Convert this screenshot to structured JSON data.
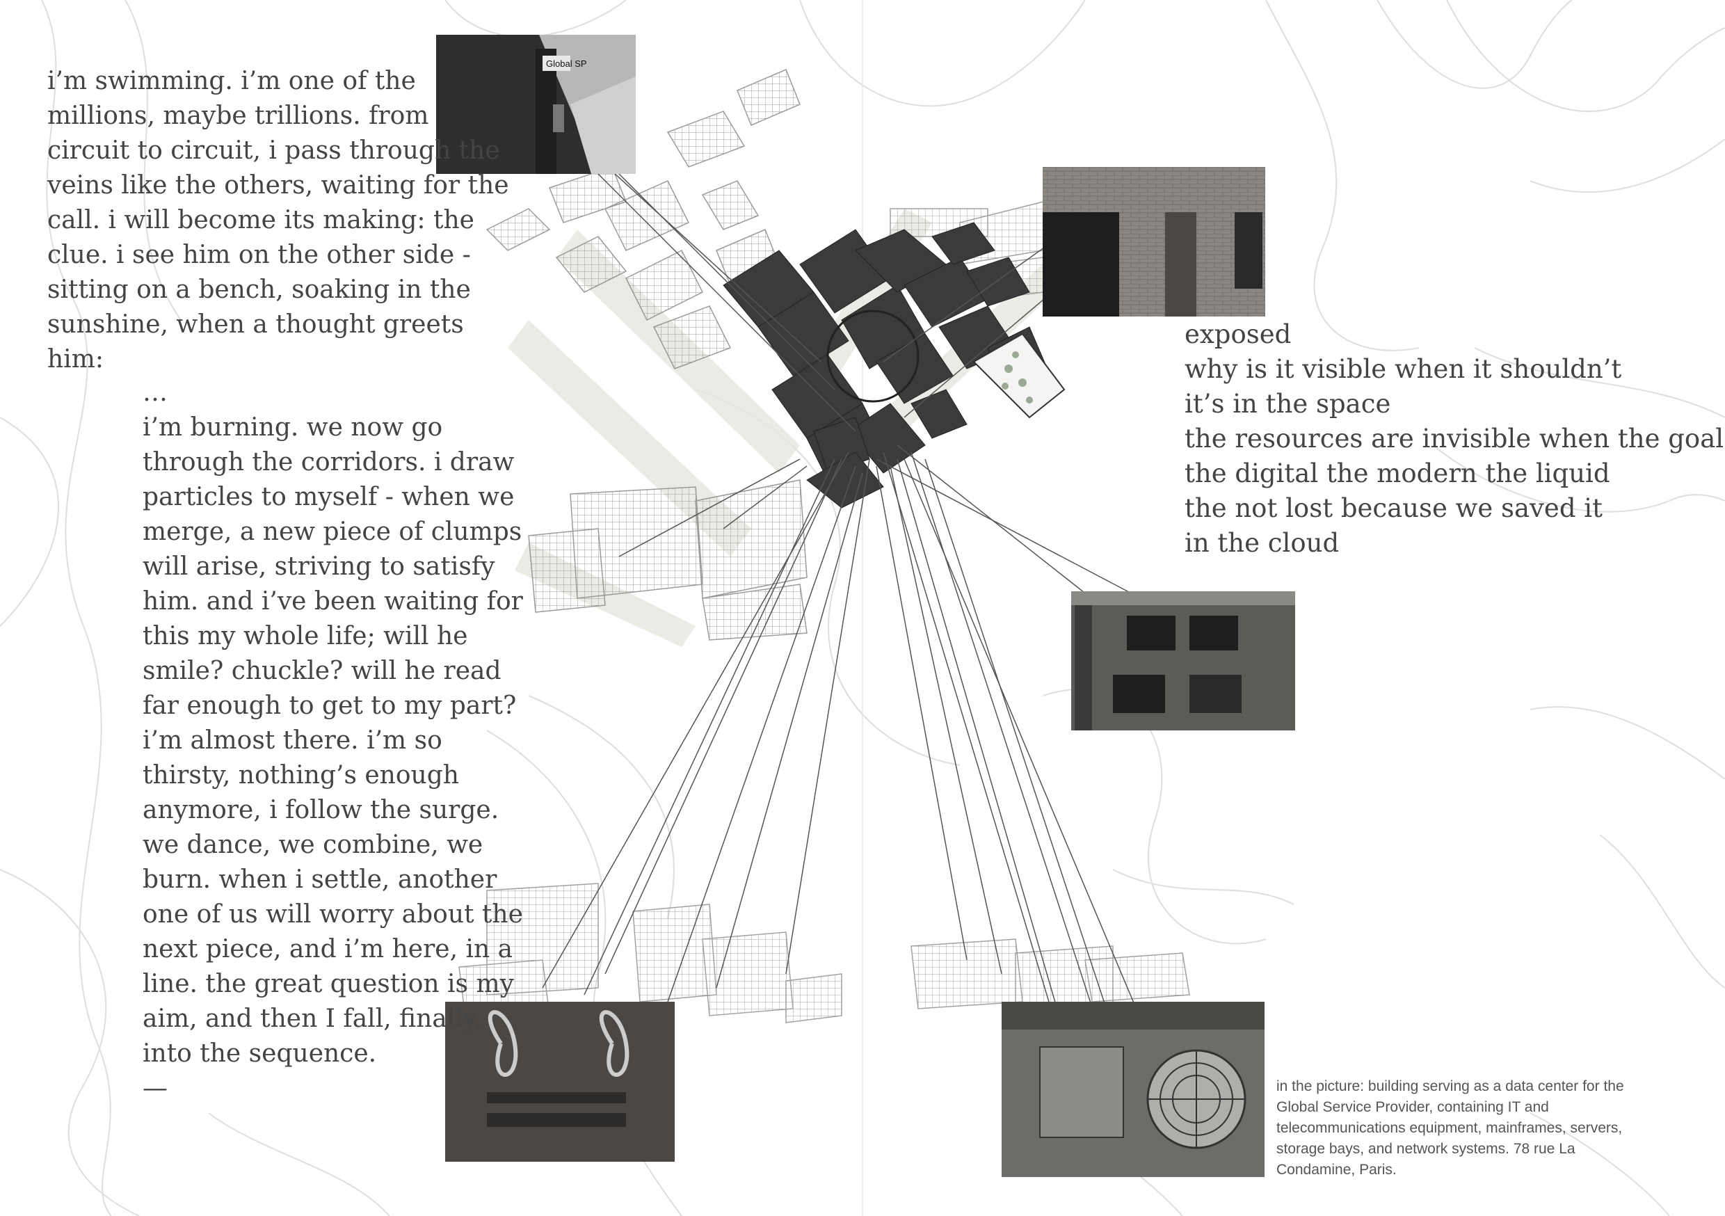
{
  "left_text": {
    "intro_lines": [
      "i’m swimming. i’m one of the",
      "millions, maybe trillions. from",
      "circuit to circuit, i pass through the",
      "veins like the others, waiting for the",
      "call. i will become its making: the",
      "clue. i see him on the other side -",
      "sitting on a bench, soaking in the",
      "sunshine, when a thought greets",
      "him:"
    ],
    "poem_lines": [
      "…",
      "i’m burning. we now go",
      "through the corridors. i draw",
      "particles to myself - when we",
      "merge, a new piece of clumps",
      "will arise, striving to satisfy",
      "him. and i’ve been waiting for",
      "this my whole life; will he",
      "smile? chuckle? will he read",
      "far enough to get to my part?",
      "i’m almost there. i’m so",
      "thirsty, nothing’s enough",
      "anymore, i follow the surge.",
      "we dance, we combine, we",
      "burn. when i settle, another",
      "one of us will worry about the",
      "next piece, and i’m here, in a",
      "line. the great question is my",
      "aim, and then I fall, finally,",
      "into the sequence.",
      "—"
    ]
  },
  "right_text": {
    "lines": [
      "exposed",
      "why is it visible when it shouldn’t",
      "it’s in the space",
      "the resources are invisible when the goal is too",
      "the digital the modern the liquid",
      "the not lost because we saved it",
      "in the cloud"
    ]
  },
  "caption": {
    "lines": [
      "in the picture: building serving as a data center for the",
      "Global Service Provider, containing IT and",
      "telecommunications equipment, mainframes, servers,",
      "storage bays, and network systems. 78 rue La",
      "Condamine, Paris."
    ]
  },
  "photos": {
    "street_sign": "Global SP",
    "vent_label_1": "",
    "vent_label_2": ""
  },
  "colors": {
    "background": "#ffffff",
    "text": "#444444",
    "contour": "#d9d9d9",
    "block_dark": "#3b3b3b",
    "wireframe": "#9a9a9a"
  }
}
